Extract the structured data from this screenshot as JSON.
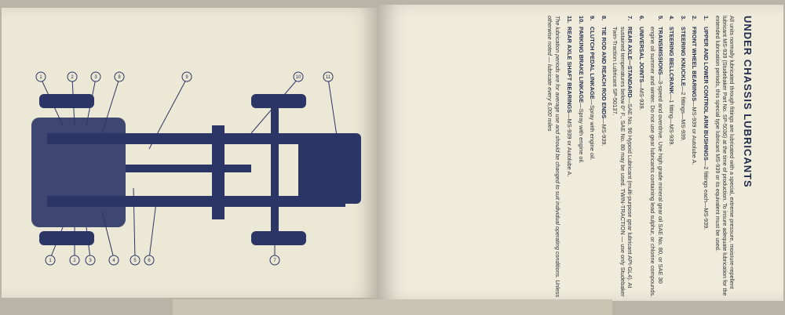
{
  "heading": "UNDER CHASSIS LUBRICANTS",
  "intro": "All units normally lubricated through fittings are lubricated with a special, extreme pressure, moisture-repellent lubricant MS-939 (Studebaker Part No. SP-5036) at the time of production. To insure adequate lubrication for the extended lubrication periods, this special type lubricant MS-939 or its equivalent must be used.",
  "items": [
    {
      "num": "1.",
      "title": "UPPER AND LOWER CONTROL ARM BUSHINGS",
      "text": "—2 fittings each—MS-939."
    },
    {
      "num": "2.",
      "title": "FRONT WHEEL BEARINGS",
      "text": "—MS-939 or Autolube A."
    },
    {
      "num": "3.",
      "title": "STEERING KNUCKLE",
      "text": "—2 fittings—MS-939."
    },
    {
      "num": "4.",
      "title": "STEERING BELLCRANK",
      "text": "—1 fitting—MS-939."
    },
    {
      "num": "5.",
      "title": "TRANSMISSIONS",
      "text": "—3-speed and overdrive. Use high grade mineral gear oil SAE No. 80, or SAE 30 engine oil summer and winter. Do not use gear lubricants containing lead sulphur, or chlorine compounds."
    },
    {
      "num": "6.",
      "title": "UNIVERSAL JOINTS",
      "text": "—MS-939."
    },
    {
      "num": "7.",
      "title": "REAR AXLE—STANDARD",
      "text": "—SAE No. 90 Hypoid Lubricant (multi-purpose gear lubricant API-GL4). At sustained temperatures below 0° F., SAE No. 80 may be used. TWIN-TRACTION — use only Studebaker Twin-Traction Lubricant SP-50137."
    },
    {
      "num": "8.",
      "title": "TIE ROD AND REACH ROD ENDS",
      "text": "—MS-939."
    },
    {
      "num": "9.",
      "title": "CLUTCH PEDAL LINKAGE",
      "text": "—Spray with engine oil."
    },
    {
      "num": "10.",
      "title": "PARKING BRAKE LINKAGE",
      "text": "—Spray with engine oil."
    },
    {
      "num": "11.",
      "title": "REAR AXLE SHAFT BEARINGS",
      "text": "—MS-939 or Autolube A."
    }
  ],
  "footer": "The lubrication periods are for average use and should be changed to suit individual operating conditions. Unless otherwise noted — lubricate every 6,000 miles",
  "diagram": {
    "callouts_top": [
      "1",
      "2",
      "3",
      "8",
      "9",
      "10",
      "11"
    ],
    "callouts_bottom": [
      "1",
      "2",
      "3",
      "4",
      "5",
      "6",
      "7"
    ],
    "ink_color": "#2b3566"
  }
}
